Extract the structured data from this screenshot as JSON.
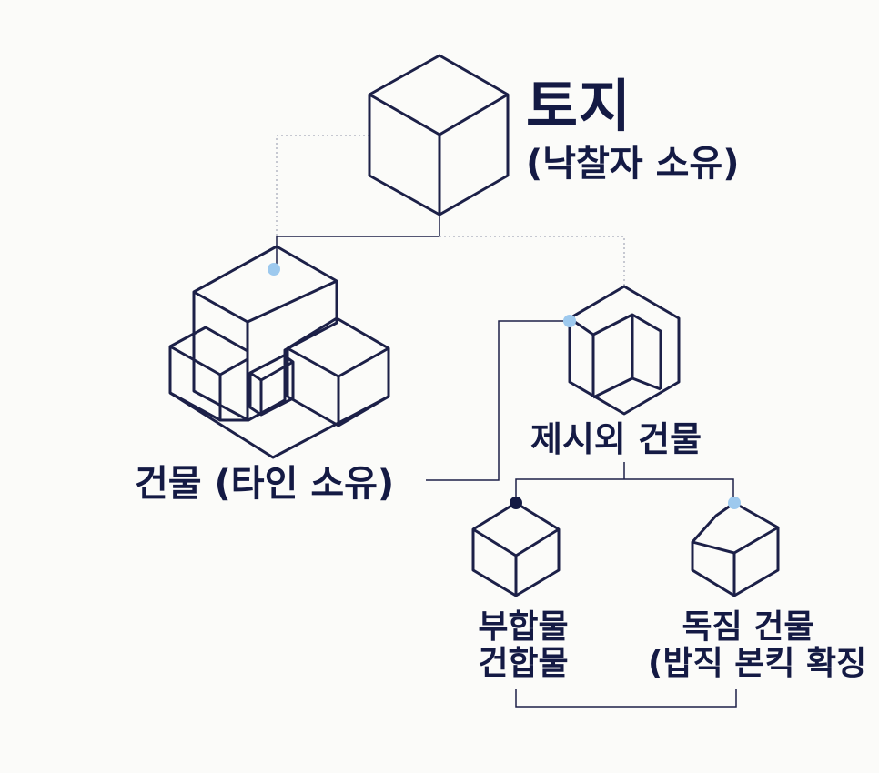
{
  "nodes": {
    "land": {
      "title": "토지",
      "subtitle": "(낙찰자 소유)"
    },
    "building": {
      "label": "건물 (타인 소유)"
    },
    "excluded": {
      "label": "제시외 건물"
    },
    "composite": {
      "line1": "부합물",
      "line2": "건합물"
    },
    "independent": {
      "line1": "독짐 건물",
      "line2": "(밥직 본킥 확징"
    }
  },
  "colors": {
    "ink": "#141a44",
    "stroke": "#1c2048",
    "dot_light": "#9dc9ee",
    "dot_dark": "#141a44",
    "dotted_connector": "#b4b8c4",
    "background": "#fbfbf9"
  }
}
